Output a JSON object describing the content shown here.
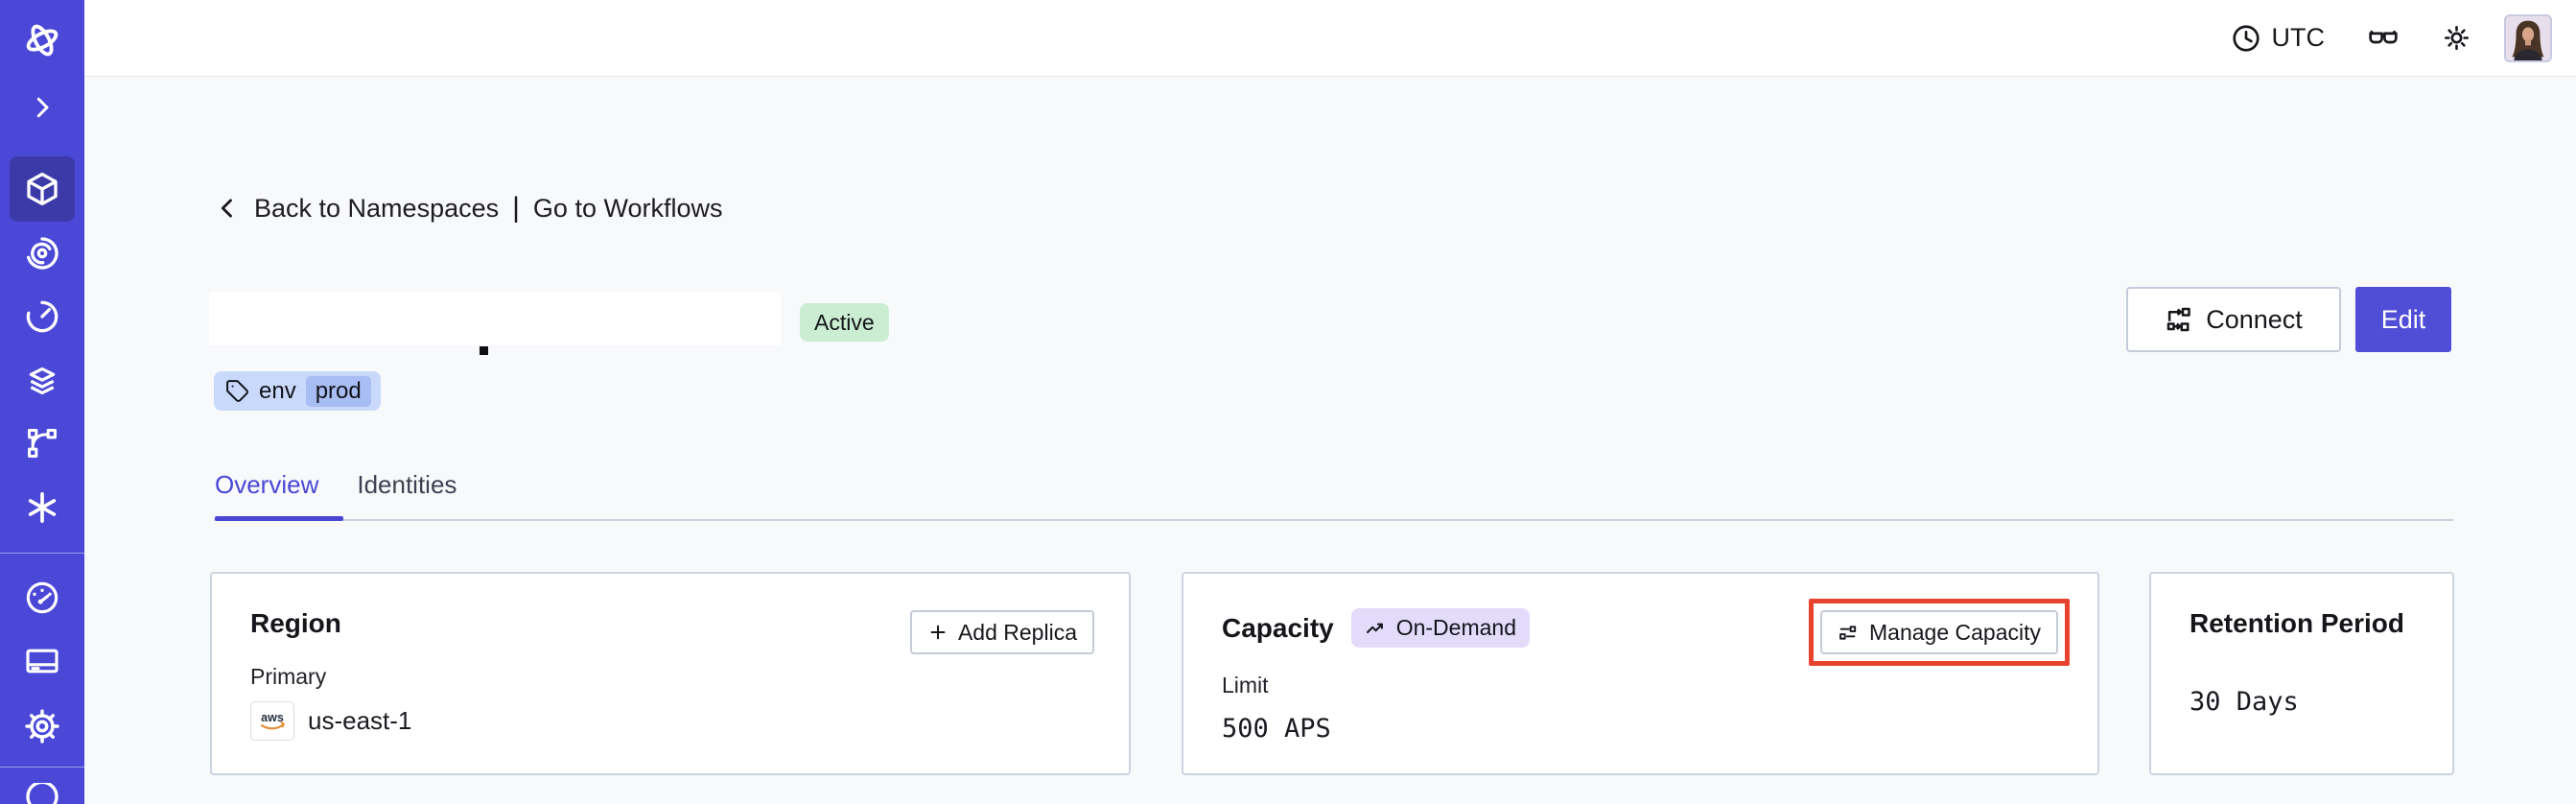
{
  "topbar": {
    "timezone": "UTC",
    "icons": [
      "clock-icon",
      "glasses-icon",
      "brightness-icon",
      "user-avatar"
    ]
  },
  "breadcrumb": {
    "back_label": "Back to Namespaces",
    "separator": "|",
    "workflows_label": "Go to Workflows"
  },
  "header": {
    "status_badge": "Active",
    "tag": {
      "key": "env",
      "value": "prod"
    },
    "connect_button": "Connect",
    "edit_button": "Edit"
  },
  "tabs": [
    {
      "label": "Overview",
      "active": true
    },
    {
      "label": "Identities",
      "active": false
    }
  ],
  "cards": {
    "region": {
      "title": "Region",
      "add_replica_button": "Add Replica",
      "primary_label": "Primary",
      "provider_logo_text": "aws",
      "primary_value": "us-east-1"
    },
    "capacity": {
      "title": "Capacity",
      "badge": "On-Demand",
      "limit_label": "Limit",
      "limit_value": "500 APS",
      "manage_button": "Manage Capacity"
    },
    "retention": {
      "title": "Retention Period",
      "value": "30 Days"
    }
  },
  "sidebar": {
    "icons": [
      "temporal-logo",
      "expand-chevron",
      "namespaces-cube",
      "nexus-spiral",
      "schedules-clock",
      "deployments-layers",
      "batch-branch",
      "asterisk",
      "usage-gauge",
      "billing-card",
      "settings-gear",
      "support-circle"
    ],
    "active_item": "namespaces-cube"
  },
  "colors": {
    "sidebar_bg": "#4B48D8",
    "sidebar_active_bg": "#3C3AA8",
    "accent_indigo": "#4946D6",
    "status_green_bg": "#CBEDD2",
    "tag_blue_bg": "#C9D9FB",
    "tag_chip_bg": "#A8BDF3",
    "ondemand_lavender_bg": "#E3DBFA",
    "annotation_red": "#E8432D",
    "card_border": "#CDD3E0",
    "content_bg": "#F8F9FB"
  }
}
